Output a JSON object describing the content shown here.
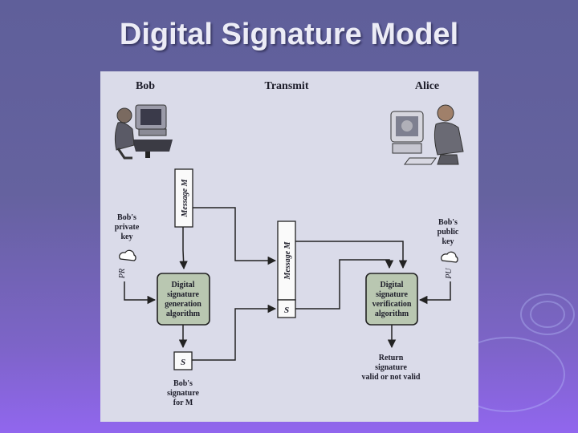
{
  "title": "Digital Signature Model",
  "header": {
    "left": "Bob",
    "center": "Transmit",
    "right": "Alice"
  },
  "left_key": {
    "lines": [
      "Bob's",
      "private",
      "key"
    ],
    "symbol": "PR"
  },
  "right_key": {
    "lines": [
      "Bob's",
      "public",
      "key"
    ],
    "symbol": "PU"
  },
  "message_bob": "Message M",
  "message_transmit": "Message M",
  "sig_transmit": "S",
  "sig_bob": "S",
  "gen_algo": [
    "Digital",
    "signature",
    "generation",
    "algorithm"
  ],
  "ver_algo": [
    "Digital",
    "signature",
    "verification",
    "algorithm"
  ],
  "bob_sig_caption": [
    "Bob's",
    "signature",
    "for M"
  ],
  "return_caption": [
    "Return",
    "signature",
    "valid or not valid"
  ]
}
